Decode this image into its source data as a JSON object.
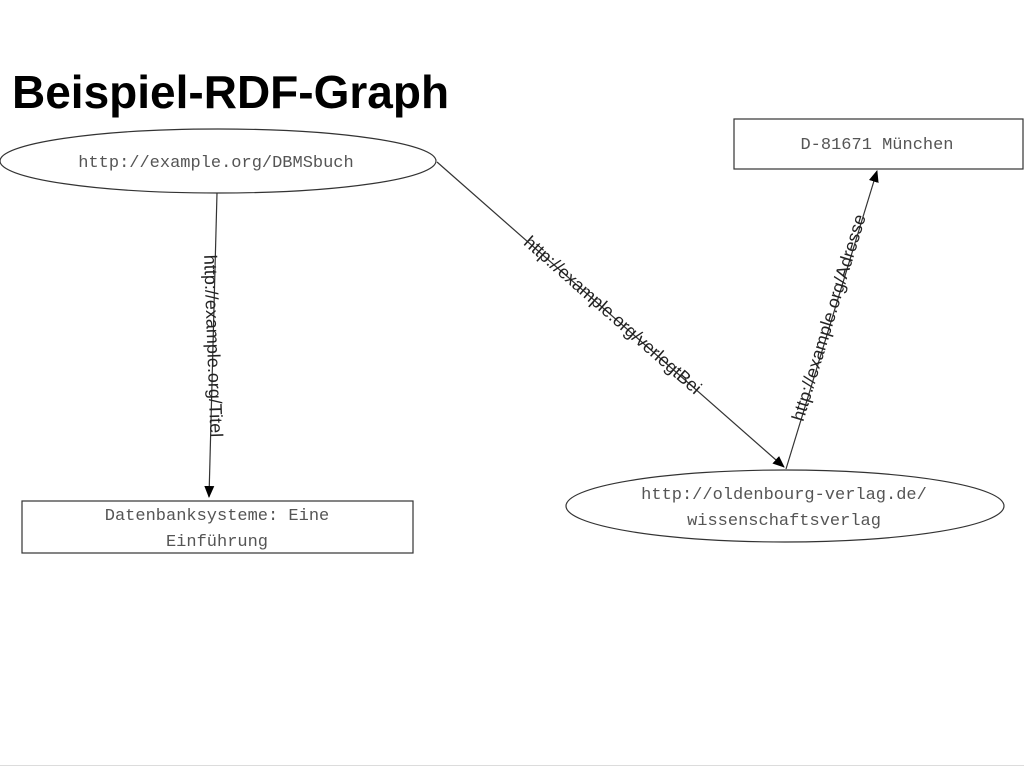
{
  "slide": {
    "title": "Beispiel-RDF-Graph"
  },
  "graph": {
    "nodes": {
      "dbmsbuch": {
        "shape": "ellipse",
        "lines": [
          "http://example.org/DBMSbuch"
        ]
      },
      "titel_value": {
        "shape": "rectangle",
        "lines": [
          "Datenbanksysteme: Eine",
          "Einführung"
        ]
      },
      "verlag": {
        "shape": "ellipse",
        "lines": [
          "http://oldenbourg-verlag.de/",
          "wissenschaftsverlag"
        ]
      },
      "adresse_value": {
        "shape": "rectangle",
        "lines": [
          "D-81671 München"
        ]
      }
    },
    "edges": {
      "titel": {
        "from": "dbmsbuch",
        "to": "titel_value",
        "label": "http://example.org/Titel"
      },
      "verlegtBei": {
        "from": "dbmsbuch",
        "to": "verlag",
        "label": "http://example.org/verlegtBei"
      },
      "adresse": {
        "from": "verlag",
        "to": "adresse_value",
        "label": "http://example.org/Adresse"
      }
    }
  }
}
